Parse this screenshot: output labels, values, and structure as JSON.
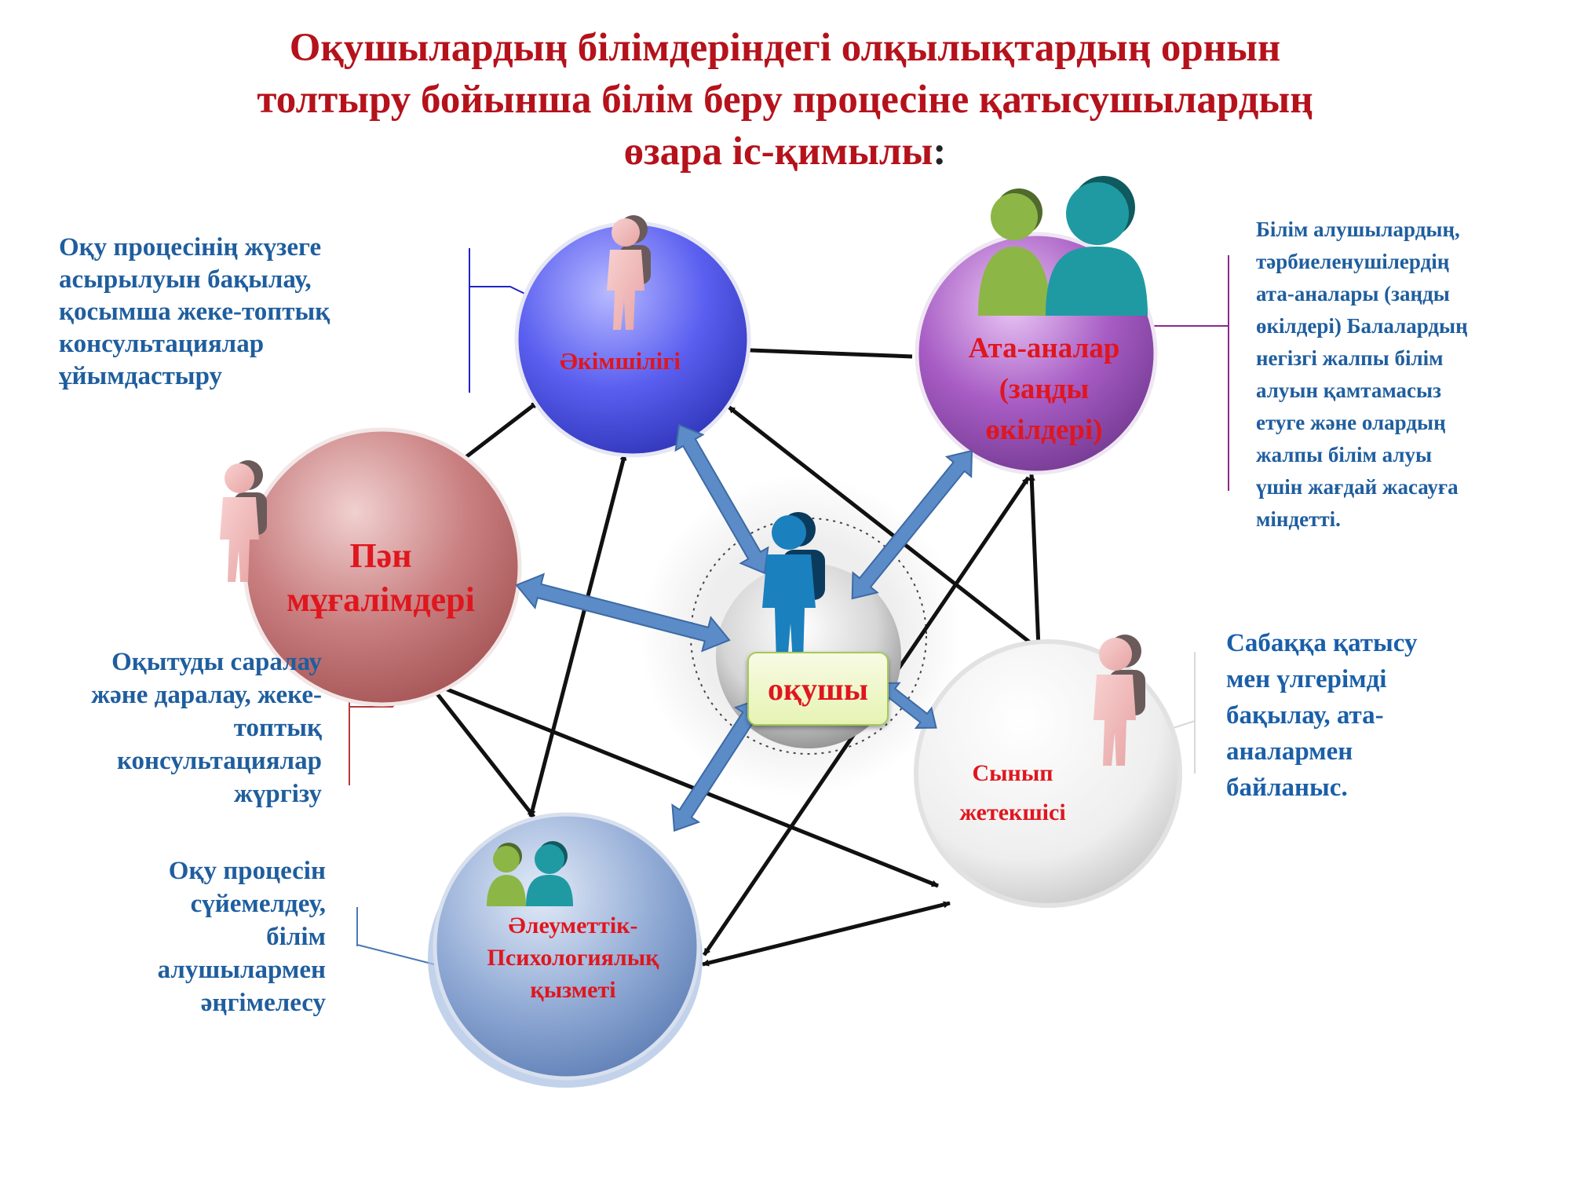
{
  "title": {
    "line1": "Оқушылардың білімдеріндегі олқылықтардың орнын",
    "line2": "толтыру бойынша білім беру процесіне қатысушылардың",
    "line3": "өзара іс-қимылы",
    "colon": ":"
  },
  "nodes": {
    "admin": "Әкімшілігі",
    "parents": [
      "Ата-аналар",
      "(заңды",
      "өкілдері)"
    ],
    "teachers": [
      "Пән",
      "мұғалімдері"
    ],
    "student": "оқушы",
    "class_teacher": [
      "Сынып",
      "жетекшісі"
    ],
    "psych": [
      "Әлеуметтік-",
      "Психологиялық",
      "қызметі"
    ]
  },
  "descriptions": {
    "admin": [
      "Оқу процесінің жүзеге",
      "асырылуын бақылау,",
      "қосымша жеке-топтық",
      "консультациялар",
      "ұйымдастыру"
    ],
    "parents": [
      "Білім алушылардың,",
      "тәрбиеленушілердің",
      "ата-аналары (заңды",
      "өкілдері) Балалардың",
      "негізгі жалпы білім",
      "алуын қамтамасыз",
      "етуге және олардың",
      "жалпы білім алуы",
      "үшін жағдай жасауға",
      "міндетті."
    ],
    "teachers": [
      "Оқытуды саралау",
      "және даралау, жеке-",
      "топтық",
      "консультациялар",
      "жүргізу"
    ],
    "psych": [
      "Оқу процесін",
      "сүйемелдеу,",
      "білім",
      "алушылармен",
      "әңгімелесу"
    ],
    "class_teacher": [
      "Сабаққа қатысу",
      "мен үлгерімді",
      "бақылау, ата-",
      "аналармен",
      "байланыс."
    ]
  },
  "colors": {
    "title": "#b5121b",
    "description": "#1f5e9e",
    "node_label": "#e0161e",
    "admin_sphere": "#5a5ff0",
    "parents_sphere": "#a75cc4",
    "teachers_sphere": "#c97f80",
    "class_sphere": "#eeeeee",
    "psych_sphere": "#8fa9d4",
    "student_sphere": "#d8d8d8",
    "arrow_black": "#111111",
    "arrow_blue": "#4f81bd"
  },
  "icons": [
    "person-pink-icon",
    "people-green-teal-icon",
    "person-blue-icon"
  ]
}
